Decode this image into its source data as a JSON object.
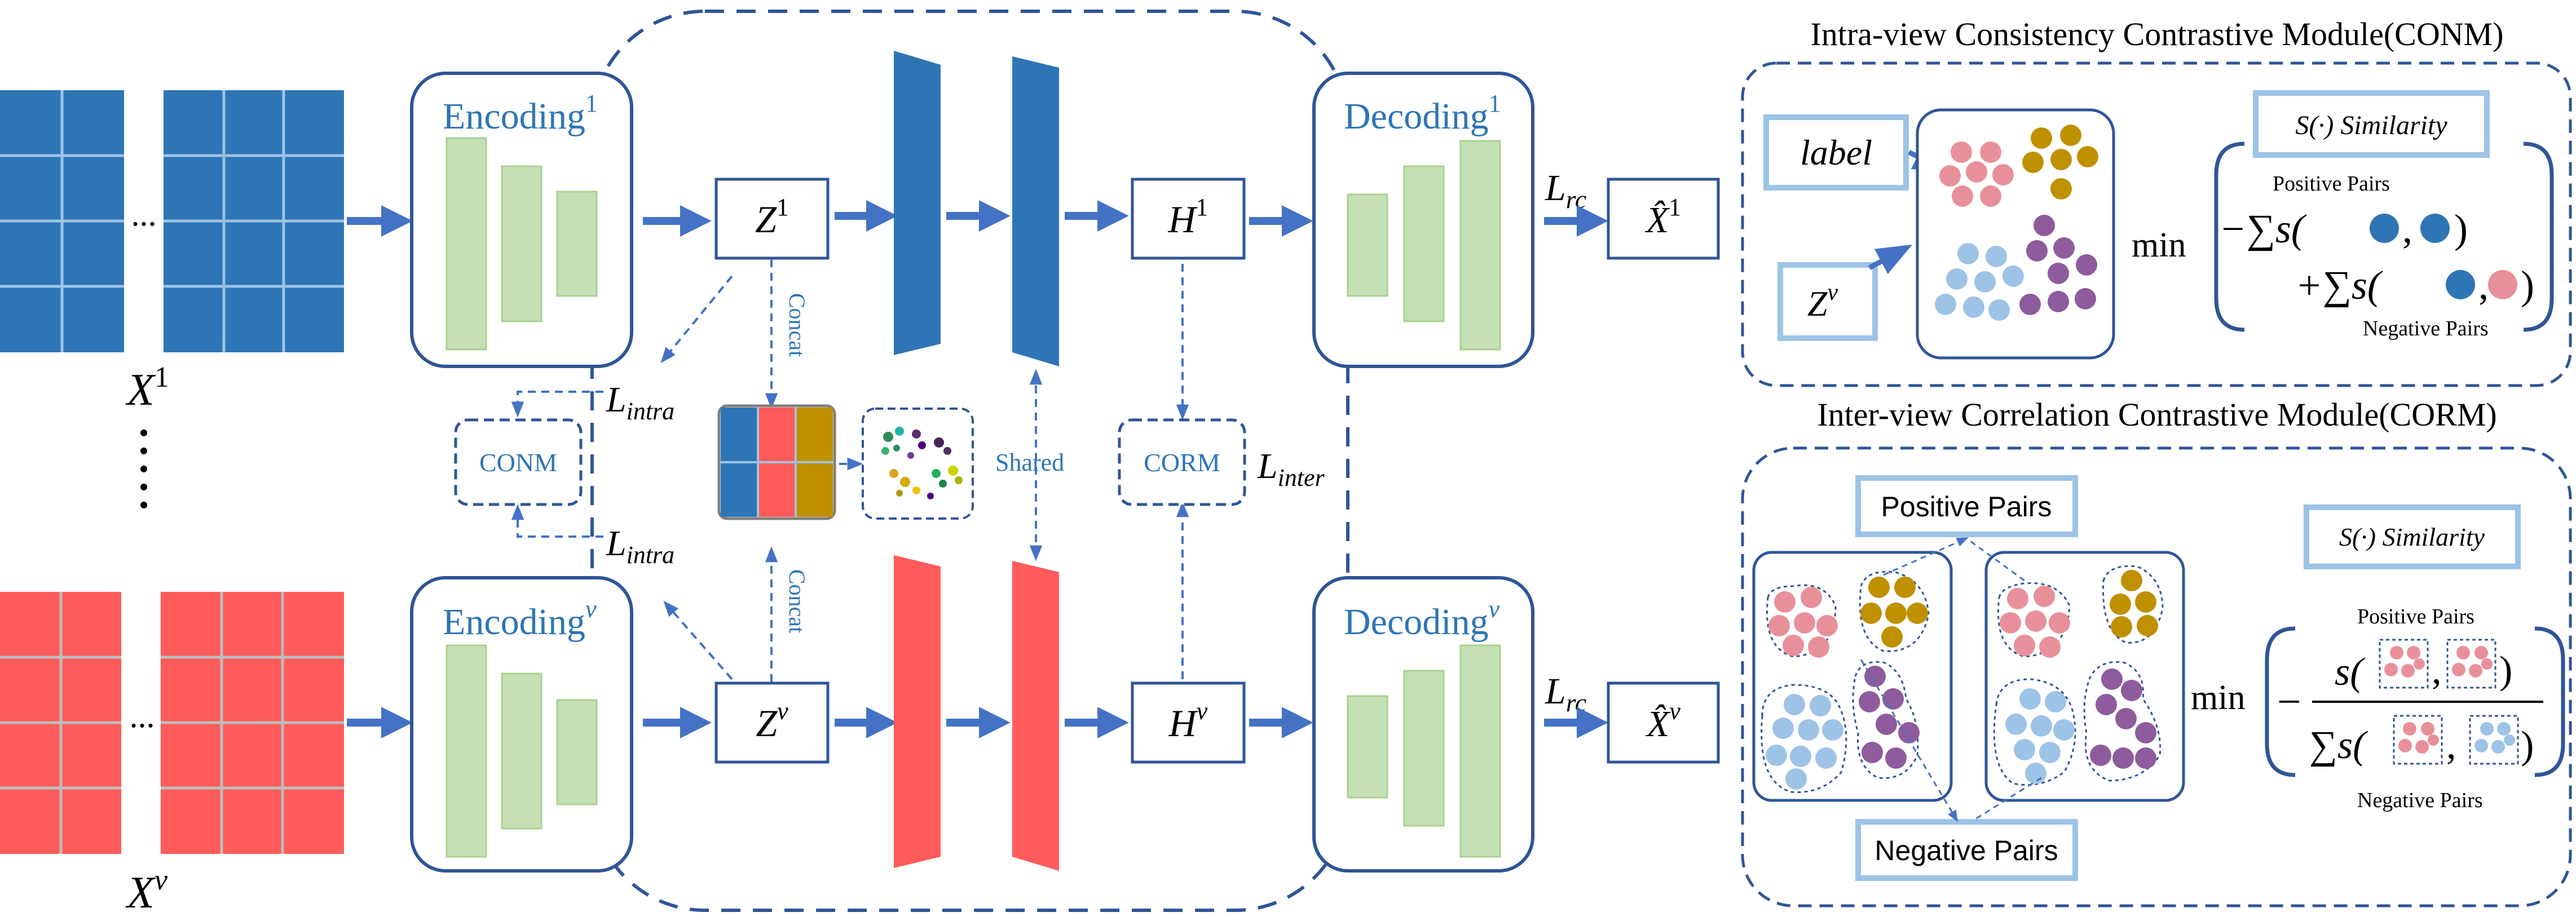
{
  "view_top": {
    "x_base": "X",
    "x_sup": "1",
    "encoding": "Encoding",
    "encoding_sup": "1",
    "z_base": "Z",
    "z_sup": "1",
    "h_base": "H",
    "h_sup": "1",
    "decoding": "Decoding",
    "decoding_sup": "1",
    "loss_base": "L",
    "loss_sub": "rc",
    "xhat_base": "X̂",
    "xhat_sup": "1"
  },
  "view_bottom": {
    "x_base": "X",
    "x_sup": "v",
    "encoding": "Encoding",
    "encoding_sup": "v",
    "z_base": "Z",
    "z_sup": "v",
    "h_base": "H",
    "h_sup": "v",
    "decoding": "Decoding",
    "decoding_sup": "v",
    "loss_base": "L",
    "loss_sub": "rc",
    "xhat_base": "X̂",
    "xhat_sup": "v"
  },
  "middle": {
    "ellipsis_h": "...",
    "conm": "CONM",
    "corm": "CORM",
    "intra_base": "L",
    "intra_sub": "intra",
    "inter_base": "L",
    "inter_sub": "inter",
    "concat": "Concat",
    "shared": "Shared"
  },
  "conm_panel": {
    "title": "Intra-view Consistency Contrastive Module(CONM)",
    "label_box": "label",
    "z_base": "Z",
    "z_sup": "v",
    "similarity": "S(·) Similarity",
    "min": "min",
    "positive_pairs": "Positive Pairs",
    "negative_pairs": "Negative Pairs",
    "term1": "−∑s(",
    "term2": "+∑s(",
    "comma": ",",
    "close": ")"
  },
  "corm_panel": {
    "title": "Inter-view Correlation Contrastive Module(CORM)",
    "positive_pairs_box": "Positive Pairs",
    "negative_pairs_box": "Negative Pairs",
    "similarity": "S(·) Similarity",
    "min": "min",
    "minus": "−",
    "num": "s(",
    "den": "∑s(",
    "comma": ",",
    "close": ")",
    "positive_pairs": "Positive Pairs",
    "negative_pairs": "Negative Pairs"
  },
  "colors": {
    "blue_block": "#2e75b6",
    "red_block": "#ff5b5b",
    "green_layer": "#c5e0b4",
    "box_stroke": "#2f5597",
    "dash": "#2f5597",
    "arrow": "#4472c4",
    "pink": "#e8909a",
    "gold": "#bf9000",
    "purple": "#8e5b9c",
    "light_blue": "#9dc3e6",
    "dot_blue": "#2e75b6"
  }
}
